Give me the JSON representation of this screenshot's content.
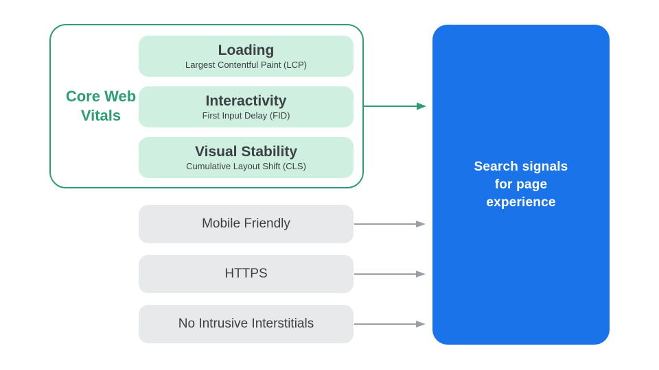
{
  "diagram": {
    "core_web_vitals": {
      "label": "Core Web Vitals",
      "items": [
        {
          "title": "Loading",
          "subtitle": "Largest Contentful Paint (LCP)"
        },
        {
          "title": "Interactivity",
          "subtitle": "First Input Delay (FID)"
        },
        {
          "title": "Visual Stability",
          "subtitle": "Cumulative Layout Shift (CLS)"
        }
      ]
    },
    "other_signals": [
      {
        "label": "Mobile Friendly"
      },
      {
        "label": "HTTPS"
      },
      {
        "label": "No Intrusive Interstitials"
      }
    ],
    "result_box": {
      "label": "Search signals for page experience"
    }
  },
  "colors": {
    "accent-green": "#2c9e76",
    "light-green": "#cff0e1",
    "light-gray": "#e8e9eb",
    "accent-blue": "#1a73e8",
    "arrow-gray": "#9aa0a6",
    "text-dark": "#3c4043",
    "text-white": "#ffffff"
  }
}
